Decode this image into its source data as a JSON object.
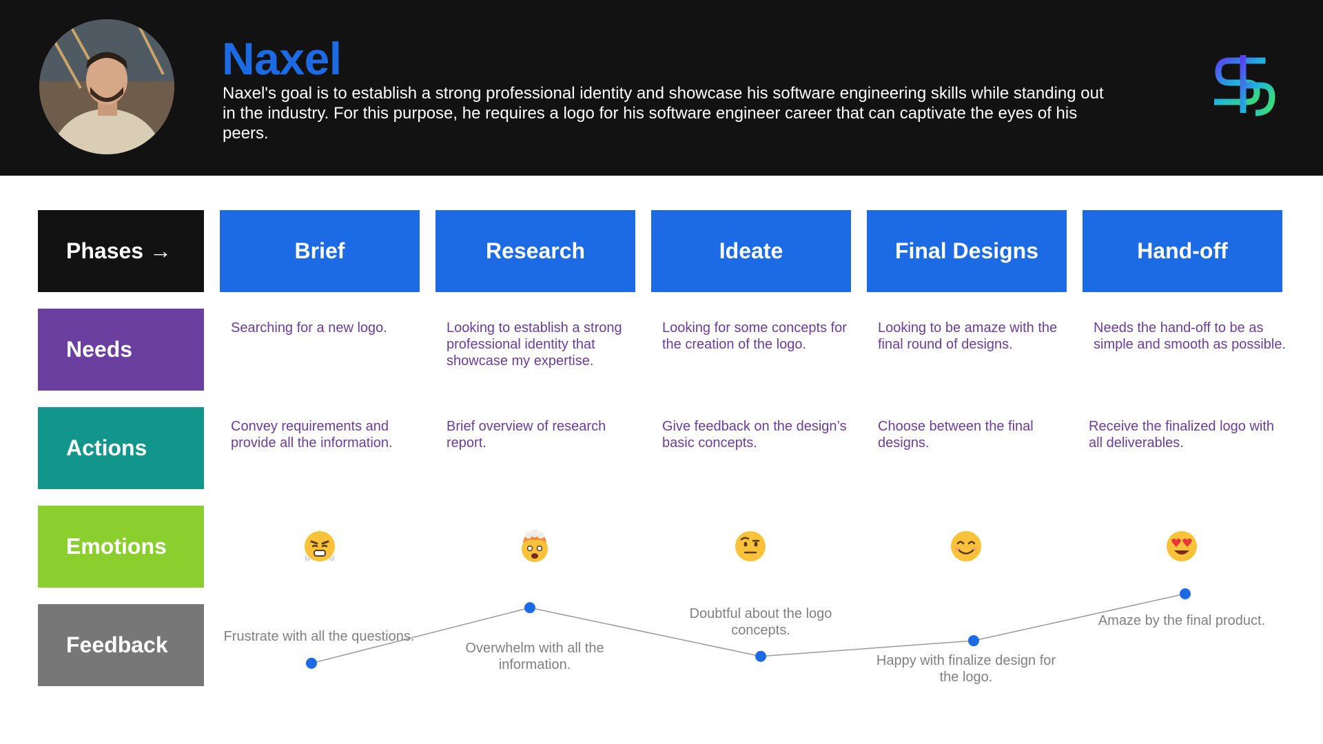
{
  "header": {
    "name": "Naxel",
    "goal": "Naxel's goal is to establish a strong professional identity and showcase his software engineering skills while standing out in the industry. For this purpose, he requires a logo for his software engineer career that can captivate the eyes of his peers."
  },
  "row_labels": {
    "phases": "Phases →",
    "needs": "Needs",
    "actions": "Actions",
    "emotions": "Emotions",
    "feedback": "Feedback"
  },
  "colors": {
    "phase_blue": "#1d6ae5",
    "phases_label": "#121212",
    "needs_label": "#6b3fa0",
    "actions_label": "#12968c",
    "emotions_label": "#8bcf2e",
    "feedback_label": "#777777",
    "needs_actions_text": "#6a3d9a",
    "feedback_text": "#808080",
    "point": "#1d6ae5",
    "line": "#999999"
  },
  "phases": [
    {
      "title": "Brief",
      "need": "Searching for a new logo.",
      "action": "Convey requirements and provide all the information.",
      "emotion_icon": "frustrated-face-icon",
      "feedback": "Frustrate with all the questions."
    },
    {
      "title": "Research",
      "need": "Looking to establish a strong professional identity that showcase my expertise.",
      "action": "Brief overview of research report.",
      "emotion_icon": "exploding-head-icon",
      "feedback": "Overwhelm with all the information."
    },
    {
      "title": "Ideate",
      "need": "Looking for some concepts for the creation of the logo.",
      "action": "Give feedback on the design’s basic concepts.",
      "emotion_icon": "raised-eyebrow-face-icon",
      "feedback": "Doubtful about the logo concepts."
    },
    {
      "title": "Final Designs",
      "need": "Looking to be amaze with the final round of designs.",
      "action": "Choose between the final designs.",
      "emotion_icon": "smiling-face-icon",
      "feedback": "Happy with finalize design for the logo."
    },
    {
      "title": "Hand-off",
      "need": "Needs the hand-off to be as simple and smooth as possible.",
      "action": "Receive the finalized logo with all deliverables.",
      "emotion_icon": "heart-eyes-face-icon",
      "feedback": "Amaze by the final product."
    }
  ],
  "chart_data": {
    "type": "line",
    "title": "",
    "categories": [
      "Brief",
      "Research",
      "Ideate",
      "Final Designs",
      "Hand-off"
    ],
    "series": [
      {
        "values": [
          1.0,
          4.2,
          1.4,
          2.3,
          5.0
        ]
      }
    ],
    "annotations": [
      "Frustrate with all the questions.",
      "Overwhelm with all the information.",
      "Doubtful about the logo concepts.",
      "Happy with finalize design for the logo.",
      "Amaze by the final product."
    ],
    "ylim": [
      0,
      5
    ],
    "grid": false,
    "legend": "none"
  }
}
